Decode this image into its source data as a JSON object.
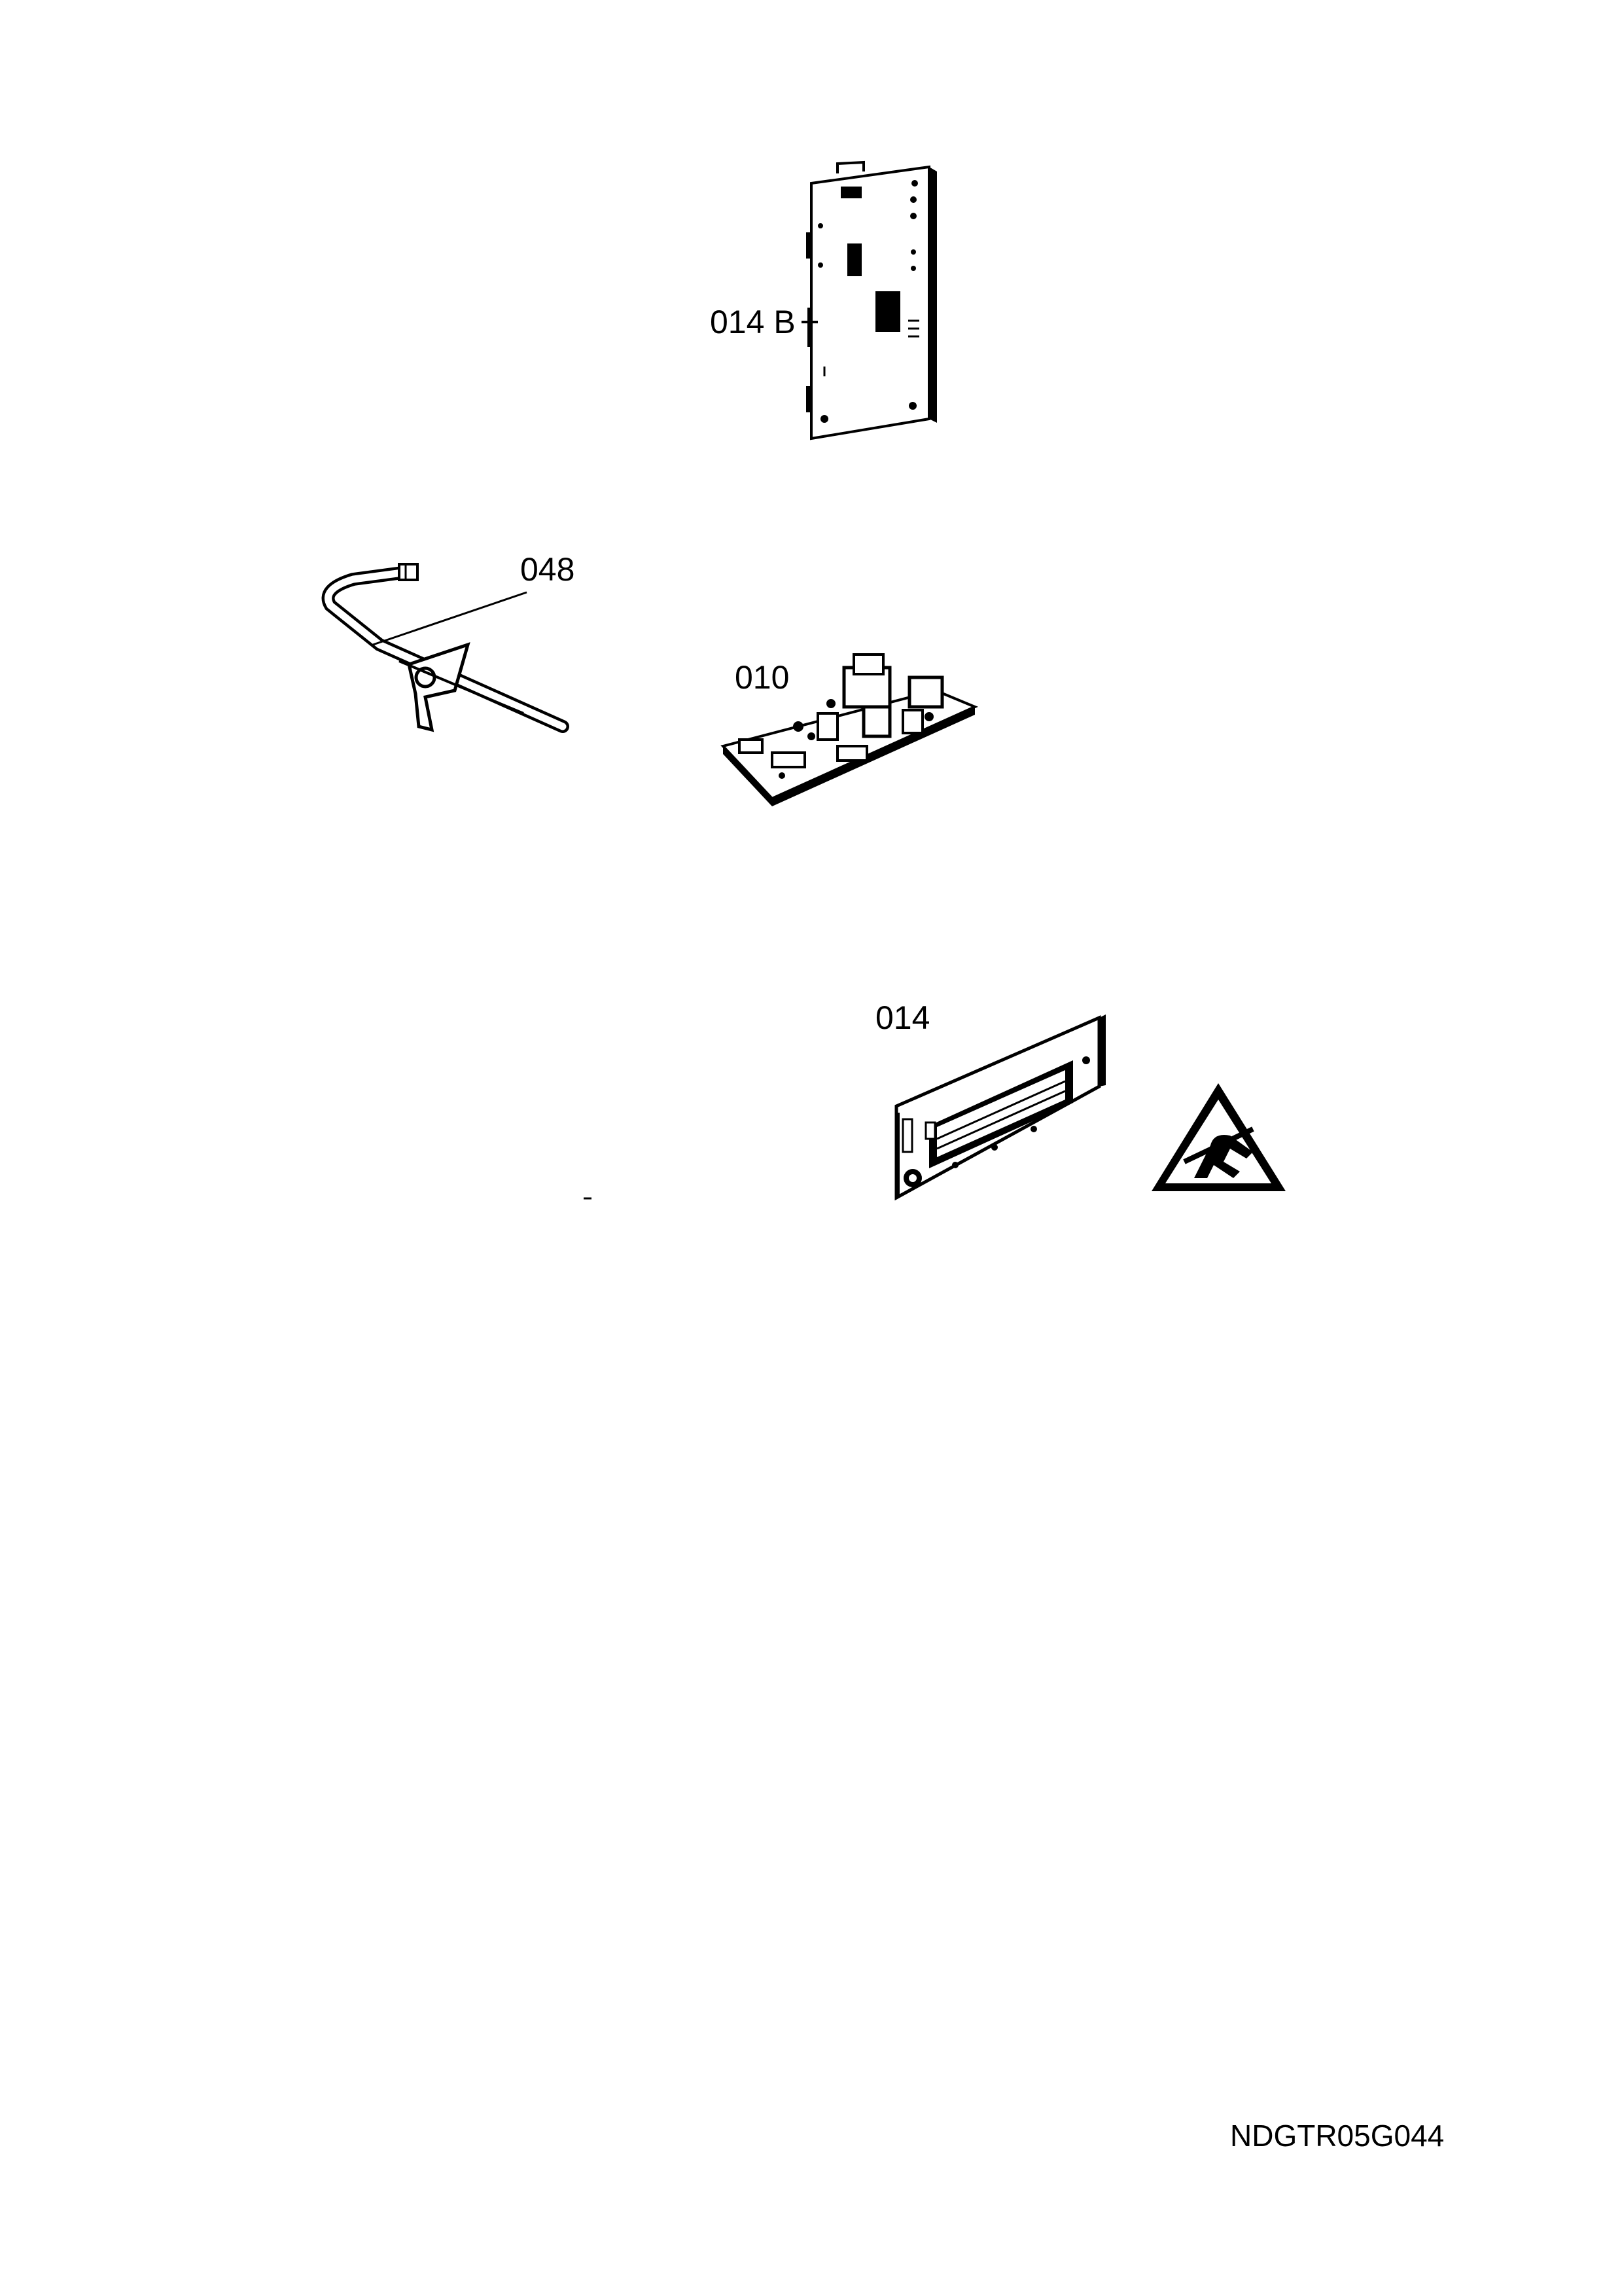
{
  "labels": {
    "board_top": "014 B",
    "probe": "048",
    "power_board": "010",
    "display_board": "014"
  },
  "footer": {
    "drawing_code": "NDGTR05G044"
  },
  "icons": {
    "esd_warning": "esd-warning-icon"
  },
  "colors": {
    "line": "#000000",
    "background": "#ffffff"
  }
}
